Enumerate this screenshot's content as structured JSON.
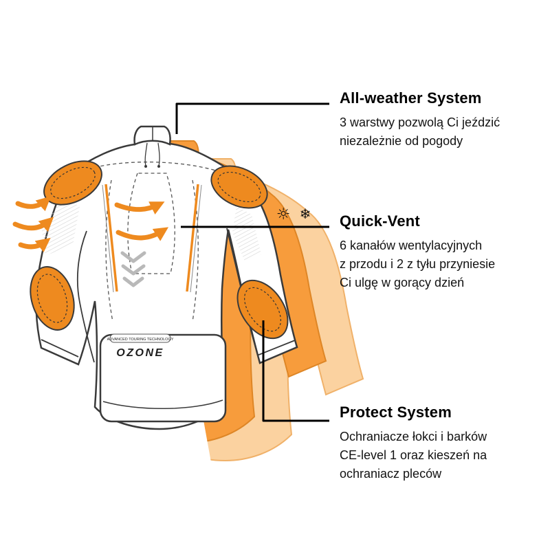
{
  "page": {
    "background": "#ffffff"
  },
  "colors": {
    "accent_orange": "#EE8A1F",
    "layer_mid_orange": "#F79C3C",
    "layer_light_orange": "#FBD2A0",
    "outline": "#3a3a3a",
    "callout_line": "#000000"
  },
  "illustration": {
    "logo": "OZONE",
    "logo_tagline": "ADVANCED TOURING TECHNOLOGY",
    "icons": {
      "sun": "☼",
      "snowflake": "❄"
    }
  },
  "callouts": [
    {
      "id": "all-weather",
      "title": "All-weather System",
      "body": "3 warstwy pozwolą Ci jeździć\nniezależnie od pogody"
    },
    {
      "id": "quick-vent",
      "title": "Quick-Vent",
      "body": "6 kanałów wentylacyjnych\nz przodu i 2 z tyłu przyniesie\nCi ulgę w gorący dzień"
    },
    {
      "id": "protect",
      "title": "Protect System",
      "body": "Ochraniacze łokci i barków\nCE-level 1 oraz kieszeń na\nochraniacz pleców"
    }
  ]
}
